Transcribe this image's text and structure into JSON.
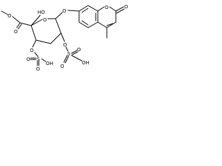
{
  "molecule": {
    "labels": {
      "ester_o_single": "O",
      "ester_o_double": "O",
      "hydroxyl": "HO",
      "ring_oxygen": "O",
      "glycosidic_o": "O",
      "lactone_o_ring": "O",
      "lactone_o_carbonyl": "O",
      "sulfate1_o_bridge": "O",
      "sulfate1_s": "S",
      "sulfate1_o_a": "O",
      "sulfate1_o_b": "O",
      "sulfate1_oh": "OH",
      "sulfate2_o_bridge": "O",
      "sulfate2_s": "S",
      "sulfate2_o_a": "O",
      "sulfate2_o_b": "O",
      "sulfate2_oh": "OH"
    }
  }
}
